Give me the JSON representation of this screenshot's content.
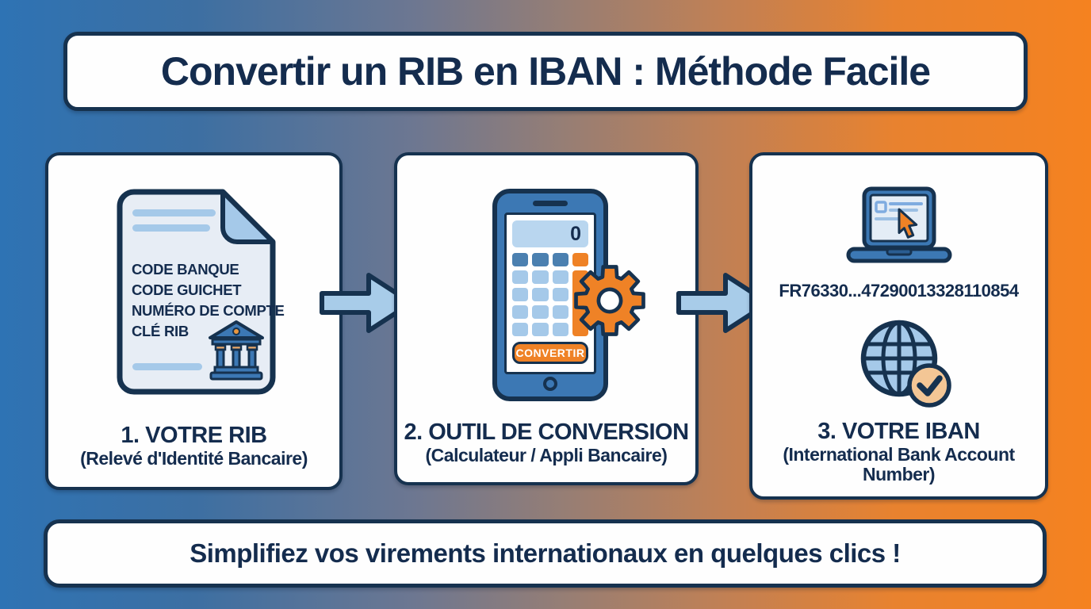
{
  "title": "Convertir un RIB en IBAN : Méthode Facile",
  "footer": "Simplifiez vos virements internationaux en quelques clics !",
  "palette": {
    "navy": "#16324f",
    "blue": "#3c78b4",
    "light_blue": "#a5c9e9",
    "orange": "#ef8226",
    "tan": "#f3c695",
    "gradient_left": "#2e73b4",
    "gradient_right": "#f58220"
  },
  "steps": [
    {
      "title": "1. VOTRE RIB",
      "subtitle": "(Relevé d'Identité Bancaire)",
      "document_fields": [
        "CODE BANQUE",
        "CODE GUICHET",
        "NUMÉRO DE COMPTE",
        "CLÉ RIB"
      ]
    },
    {
      "title": "2. OUTIL DE CONVERSION",
      "subtitle": "(Calculateur / Appli Bancaire)",
      "calculator_display": "0",
      "convert_button": "CONVERTIR"
    },
    {
      "title": "3. VOTRE IBAN",
      "subtitle": "(International Bank Account Number)",
      "iban": "FR76330...47290013328110854"
    }
  ]
}
